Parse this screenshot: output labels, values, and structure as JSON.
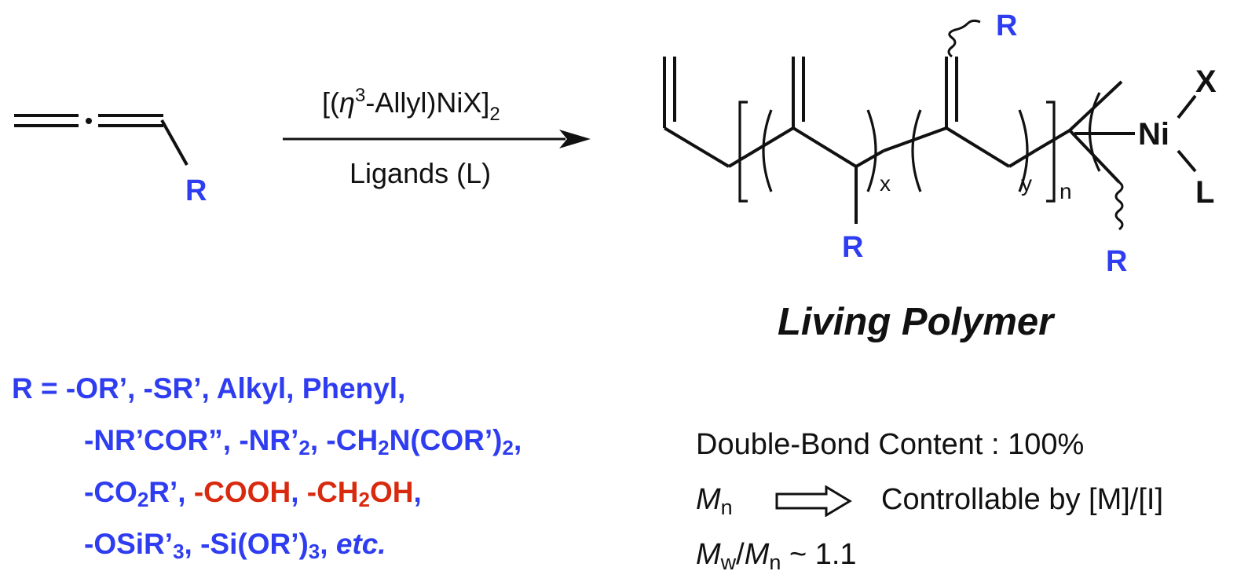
{
  "reaction": {
    "catalyst": "[(η3-Allyl)NiX]2",
    "catalyst_parts": {
      "open": "[(",
      "eta": "η",
      "sup": "3",
      "mid": "-Allyl)NiX]",
      "sub": "2"
    },
    "ligands": "Ligands (L)"
  },
  "monomer": {
    "substituent": "R"
  },
  "polymer": {
    "label": "Living Polymer",
    "substituent": "R",
    "x": "x",
    "y": "y",
    "n": "n",
    "metal": "Ni",
    "halide": "X",
    "ligand": "L"
  },
  "substituents": {
    "line1": {
      "prefix": "R = ",
      "text": "-OR’, -SR’, Alkyl, Phenyl,"
    },
    "line2": {
      "a": "-NR’COR”, -NR’",
      "a_sub": "2",
      "b": ", -CH",
      "b_sub": "2",
      "c": "N(COR’)",
      "c_sub": "2",
      "d": ","
    },
    "line3": {
      "a": "-CO",
      "a_sub": "2",
      "b": "R’, ",
      "red1": "-COOH",
      "sep": ", ",
      "red2a": "-CH",
      "red2_sub": "2",
      "red2b": "OH",
      "end": ","
    },
    "line4": {
      "a": "-OSiR’",
      "a_sub": "3",
      "b": ", -Si(OR’)",
      "b_sub": "3",
      "c": ", ",
      "etc": "etc."
    }
  },
  "properties": {
    "double_bond": "Double-Bond Content : 100%",
    "mn_symbol": "M",
    "mn_sub": "n",
    "mn_text": "Controllable by [M]/[I]",
    "pdi_mw": "M",
    "pdi_mw_sub": "w",
    "pdi_slash": "/",
    "pdi_mn": "M",
    "pdi_mn_sub": "n",
    "pdi_value": " ~ 1.1"
  },
  "colors": {
    "substituent_blue": "#2f3df0",
    "acidic_red": "#d82a0f",
    "text": "#111111"
  }
}
